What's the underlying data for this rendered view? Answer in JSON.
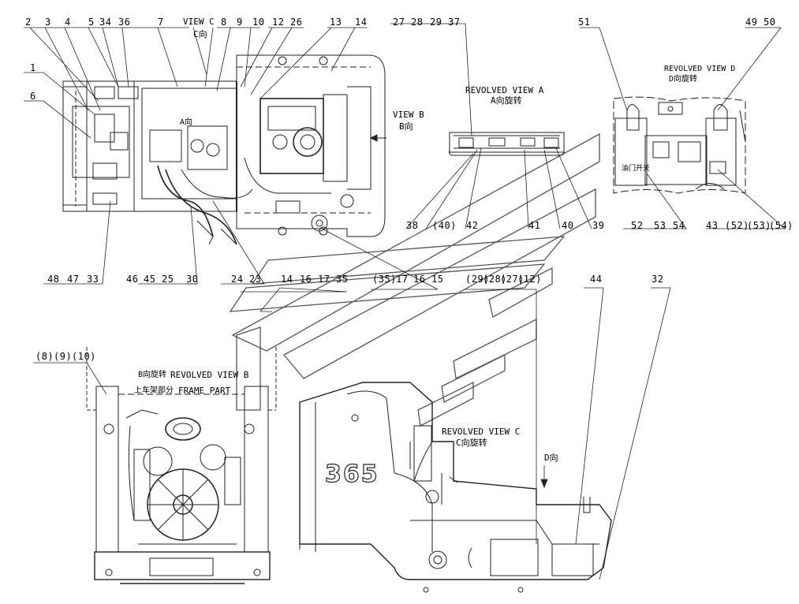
{
  "views": {
    "view_c": {
      "title": "VIEW C",
      "title_cn": "C向"
    },
    "view_b": {
      "title": "VIEW B",
      "title_cn": "B向"
    },
    "revolved_a": {
      "title": "REVOLVED VIEW A",
      "title_cn": "A向旋转"
    },
    "revolved_d": {
      "title": "REVOLVED VIEW D",
      "title_cn": "D向旋转"
    },
    "revolved_b": {
      "title": "REVOLVED VIEW B",
      "title_cn": "B向旋转",
      "sub": "FRAME PART",
      "sub_cn": "上车架部分"
    },
    "revolved_c": {
      "title": "REVOLVED VIEW C",
      "title_cn": "C向旋转"
    },
    "d_dir": "D向",
    "a_dir": "A向",
    "switch_cn": "油门开关"
  },
  "logo_text": "365",
  "callouts": {
    "top_left": [
      "2",
      "3",
      "4",
      "5",
      "34",
      "36",
      "7",
      "8",
      "9",
      "10",
      "12",
      "26",
      "13",
      "14"
    ],
    "left": [
      "1",
      "6"
    ],
    "bottom_left": [
      "48",
      "47",
      "33",
      "46",
      "45",
      "25",
      "30",
      "24",
      "23",
      "14",
      "16",
      "17",
      "35"
    ],
    "view_a_top": [
      "27",
      "28",
      "29",
      "37"
    ],
    "view_a_bottom": [
      "38",
      "(40)",
      "42",
      "41",
      "40",
      "39"
    ],
    "view_d_top": [
      "51",
      "49",
      "50"
    ],
    "view_d_bottom": [
      "52",
      "53",
      "54",
      "43",
      "(52)",
      "(53)",
      "(54)"
    ],
    "middle": [
      "(35)",
      "17",
      "16",
      "15"
    ],
    "view_c_top": [
      "(29)",
      "(28)",
      "(27)",
      "(12)",
      "44",
      "32"
    ],
    "view_b_top": [
      "(8)",
      "(9)",
      "(10)"
    ]
  }
}
